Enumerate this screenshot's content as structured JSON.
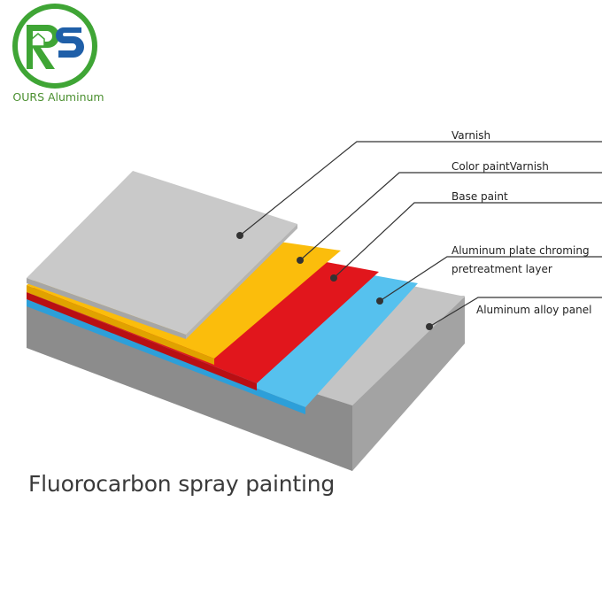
{
  "brand": {
    "name": "OURS Aluminum",
    "logo_letters": "RS",
    "colors": {
      "green": "#3fa535",
      "blue": "#1f5fa8"
    }
  },
  "layers": [
    {
      "id": "varnish",
      "label": "Varnish",
      "color": "#c9c9c9"
    },
    {
      "id": "color-paint",
      "label": "Color paintVarnish",
      "color": "#fbbd0c"
    },
    {
      "id": "base-paint",
      "label": "Base paint",
      "color": "#e1161c"
    },
    {
      "id": "chroming",
      "label": [
        "Aluminum plate chroming",
        "pretreatment layer"
      ],
      "color": "#56c1ee"
    },
    {
      "id": "panel",
      "label": "Aluminum alloy panel",
      "color": "#bdbdbd"
    }
  ],
  "caption": "Fluorocarbon spray painting"
}
